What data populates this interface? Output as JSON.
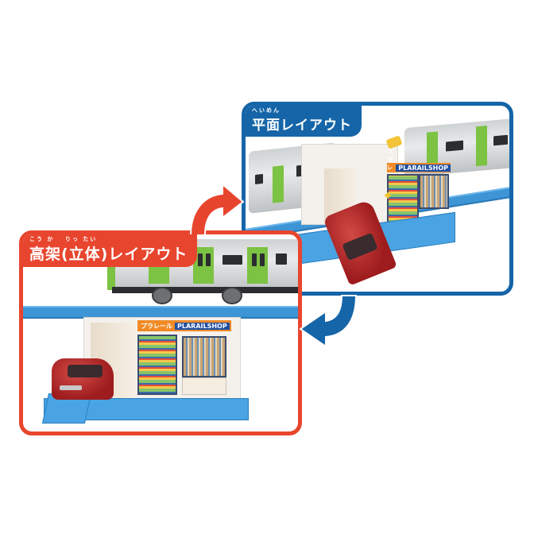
{
  "panels": {
    "flat": {
      "ruby": "へいめん",
      "title": "平面レイアウト",
      "border_color": "#1565a8"
    },
    "elevated": {
      "ruby": "こう か　 りっ たい",
      "title": "高架(立体)レイアウト",
      "border_color": "#e8452e"
    }
  },
  "shop": {
    "brand_label": "プラレール",
    "sign": "PLARAILSHOP"
  },
  "arrows": {
    "to_flat": {
      "direction": "up-right",
      "color": "#e8452e"
    },
    "to_elevated": {
      "direction": "down-left",
      "color": "#1565a8"
    }
  },
  "icons": {
    "up_arrow": "curved-arrow-up-right-icon",
    "down_arrow": "curved-arrow-down-left-icon"
  }
}
